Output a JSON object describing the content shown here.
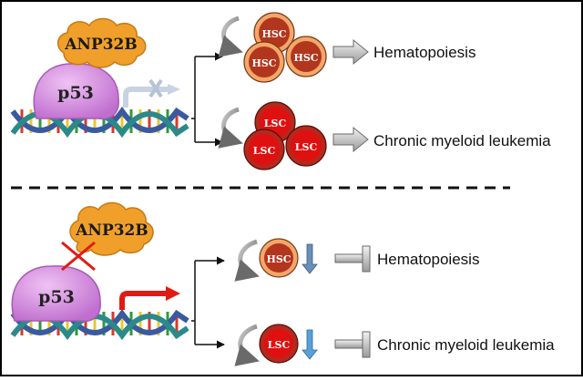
{
  "panels": {
    "top": {
      "protein_label": "ANP32B",
      "p53_label": "p53",
      "cell_labels": [
        "HSC",
        "HSC",
        "HSC"
      ],
      "cancer_cell_labels": [
        "LSC",
        "LSC",
        "LSC"
      ],
      "outcome_1": "Hematopoiesis",
      "outcome_2": "Chronic myeloid leukemia"
    },
    "bottom": {
      "protein_label": "ANP32B",
      "p53_label": "p53",
      "cell_label": "HSC",
      "cancer_cell_label": "LSC",
      "outcome_1": "Hematopoiesis",
      "outcome_2": "Chronic myeloid leukemia"
    }
  },
  "colors": {
    "anp32b": "#f0a02a",
    "p53": "#d98ee0",
    "hsc_outer": "#f4a76a",
    "hsc_inner": "#b2361e",
    "lsc_outer": "#b22a1e",
    "lsc_inner": "#e01010",
    "dna_strand_a": "#3a5aa0",
    "dna_strand_b": "#2a8a8a",
    "active_arrow": "#e01b14",
    "down_arrow": "#5aa0d8"
  },
  "icons": [
    "self-renewal-arrow-icon",
    "transcription-arrow-icon",
    "block-x-icon",
    "down-arrow-icon",
    "inhibit-icon",
    "right-arrow-icon"
  ]
}
